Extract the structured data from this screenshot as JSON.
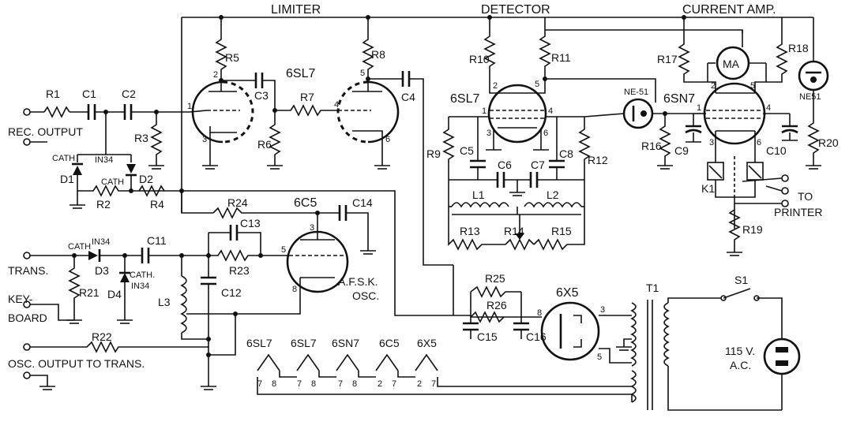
{
  "stages": {
    "limiter": "LIMITER",
    "detector": "DETECTOR",
    "current_amp": "CURRENT AMP."
  },
  "tubes": {
    "limiter": "6SL7",
    "detector": "6SL7",
    "current_amp": "6SN7",
    "afsk": "6C5",
    "rectifier": "6X5",
    "afsk_label_1": "A.F.S.K.",
    "afsk_label_2": "OSC."
  },
  "io": {
    "rec_output": "REC. OUTPUT",
    "trans": "TRANS.",
    "keyboard_1": "KEY-",
    "keyboard_2": "BOARD",
    "osc_output": "OSC. OUTPUT TO TRANS.",
    "to_printer_1": "TO",
    "to_printer_2": "PRINTER",
    "mains_1": "115 V.",
    "mains_2": "A.C."
  },
  "components": {
    "R1": "R1",
    "R2": "R2",
    "R3": "R3",
    "R4": "R4",
    "R5": "R5",
    "R6": "R6",
    "R7": "R7",
    "R8": "R8",
    "R9": "R9",
    "R10": "R10",
    "R11": "R11",
    "R12": "R12",
    "R13": "R13",
    "R14": "R14",
    "R15": "R15",
    "R16": "R16",
    "R17": "R17",
    "R18": "R18",
    "R19": "R19",
    "R20": "R20",
    "R21": "R21",
    "R22": "R22",
    "R23": "R23",
    "R24": "R24",
    "R25": "R25",
    "R26": "R26",
    "C1": "C1",
    "C2": "C2",
    "C3": "C3",
    "C4": "C4",
    "C5": "C5",
    "C6": "C6",
    "C7": "C7",
    "C8": "C8",
    "C9": "C9",
    "C10": "C10",
    "C11": "C11",
    "C12": "C12",
    "C13": "C13",
    "C14": "C14",
    "C15": "C15",
    "C16": "C16",
    "D1": "D1",
    "D2": "D2",
    "D3": "D3",
    "D4": "D4",
    "L1": "L1",
    "L2": "L2",
    "L3": "L3",
    "K1": "K1",
    "T1": "T1",
    "S1": "S1",
    "ne51_a": "NE-51",
    "ne51_b": "NE51",
    "meter": "MA",
    "diode_type": "IN34",
    "cath": "CATH",
    "cath_dot": "CATH."
  },
  "heaters": {
    "labels": [
      "6SL7",
      "6SL7",
      "6SN7",
      "6C5",
      "6X5"
    ],
    "pins": [
      [
        "7",
        "8"
      ],
      [
        "7",
        "8"
      ],
      [
        "7",
        "8"
      ],
      [
        "2",
        "7"
      ],
      [
        "2",
        "7"
      ]
    ]
  },
  "pins": {
    "p1": "1",
    "p2": "2",
    "p3": "3",
    "p4": "4",
    "p5": "5",
    "p6": "6",
    "p8": "8"
  }
}
